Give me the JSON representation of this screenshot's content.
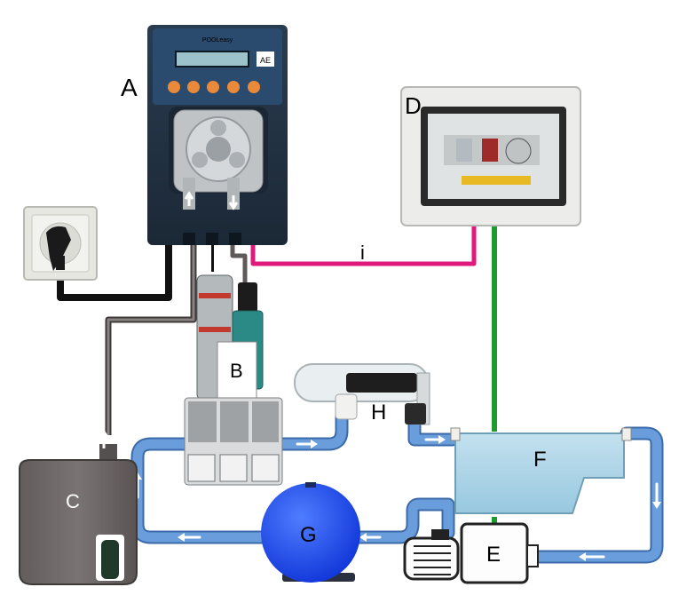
{
  "device": {
    "brand": "POOLeasy",
    "logo": "AE"
  },
  "labels": {
    "dosing_pump": "A",
    "probe_holder": "B",
    "chemical_tank": "C",
    "control_panel": "D",
    "circulation_pump": "E",
    "pool": "F",
    "sand_filter": "G",
    "chlorinator": "H",
    "signal_cable": "i"
  },
  "colors": {
    "water_pipe": "#5b8fd0",
    "signal_cable": "#e0197c",
    "control_cable": "#1f9a2c",
    "power_cable": "#111111",
    "suction_tube": "#6d6767",
    "pool_water": "#a9d2e6",
    "filter_tank": "#1e52ff",
    "pump_body": "#1f2f3f"
  },
  "icons": [
    "power-socket-icon",
    "flow-arrow-icon",
    "keypad-button-icon"
  ]
}
